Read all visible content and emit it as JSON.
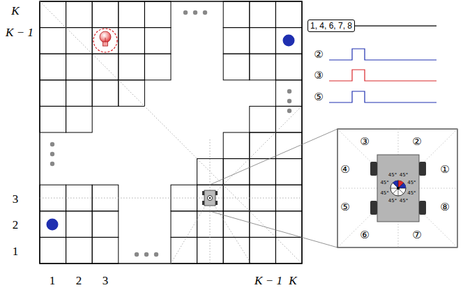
{
  "diagram": {
    "nodes": [
      {
        "text": [
          "1, 4, 6, 7, 8"
        ]
      }
    ],
    "labels": [
      "K",
      "K − 1",
      "3",
      "2",
      "1",
      "1",
      "2",
      "3",
      "K − 1",
      "K",
      "②",
      "③",
      "⑤",
      "③",
      "②",
      "④",
      "①",
      "⑤",
      "⑧",
      "⑥",
      "⑦",
      "45°",
      "45°",
      "45°",
      "45°",
      "45°",
      "45°",
      "45°",
      "45°"
    ]
  }
}
